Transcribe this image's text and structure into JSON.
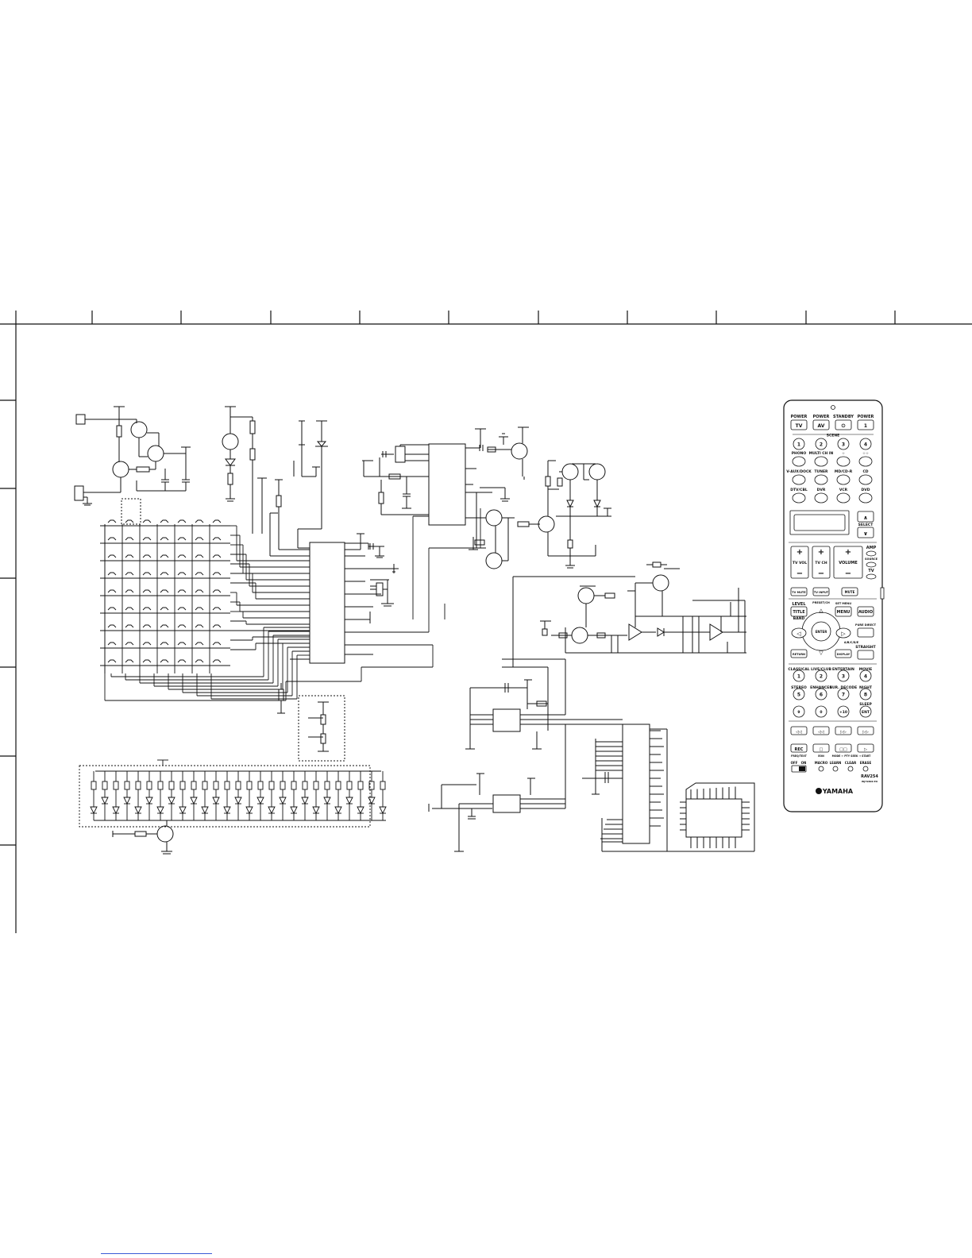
{
  "remote": {
    "brand": "YAMAHA",
    "model": "RAV254",
    "model_sub": "WJ79800 EX",
    "row1_labels": [
      "POWER",
      "POWER",
      "STANDBY",
      "POWER"
    ],
    "row1_keys": [
      "TV",
      "AV",
      "⏻",
      "1"
    ],
    "source_header": "SCENE",
    "scene_keys": [
      "1",
      "2",
      "3",
      "4"
    ],
    "inputs_r1": [
      "PHONO",
      "MULTI CH IN",
      "☆",
      "☆☆"
    ],
    "inputs_r2": [
      "V-AUX/DOCK",
      "TUNER",
      "MD/CD-R",
      "CD"
    ],
    "inputs_r3": [
      "DTV/CBL",
      "DVR",
      "VCR",
      "DVD"
    ],
    "select_label": "SELECT",
    "tv_vol": "TV VOL",
    "tv_ch": "TV CH",
    "volume": "VOLUME",
    "amp": "AMP",
    "source": "SOURCE",
    "tv": "TV",
    "tv_mute": "TV MUTE",
    "tv_input": "TV INPUT",
    "mute": "MUTE",
    "level": "LEVEL",
    "preset_ch": "PRESET/CH",
    "set_menu": "SET MENU",
    "title": "TITLE",
    "menu": "MENU",
    "audio": "AUDIO",
    "band": "BAND",
    "enter": "ENTER",
    "pure_direct": "PURE DIRECT",
    "ab": "A/B/C/D/E",
    "return": "RETURN",
    "display": "DISPLAY",
    "straight": "STRAIGHT",
    "modes_r1": [
      "CLASSICAL",
      "LIVE/CLUB",
      "ENTERTAIN",
      "MOVIE"
    ],
    "num_r1": [
      "1",
      "2",
      "3",
      "4"
    ],
    "modes_r2": [
      "STEREO",
      "ENHANCER",
      "SUR. DECODE",
      "NIGHT"
    ],
    "num_r2": [
      "5",
      "6",
      "7",
      "8"
    ],
    "sleep": "SLEEP",
    "num_r3": [
      "9",
      "0",
      "+10",
      "ENT"
    ],
    "transport": [
      "◁◁",
      "◁◁",
      "▷▷",
      "▷▷"
    ],
    "rec_row": [
      "REC",
      "□",
      "□□",
      "▷"
    ],
    "rec_sub": [
      "FREQ/TEXT",
      "EON",
      "MODE ← PTY SEEK → START",
      ""
    ],
    "bottom_labels": [
      "OFF",
      "ON",
      "MACRO",
      "LEARN",
      "CLEAR",
      "ERASE"
    ]
  },
  "colors": {
    "line": "#111111",
    "remote_body": "#ffffff",
    "footer_link": "#3a5bd6"
  }
}
